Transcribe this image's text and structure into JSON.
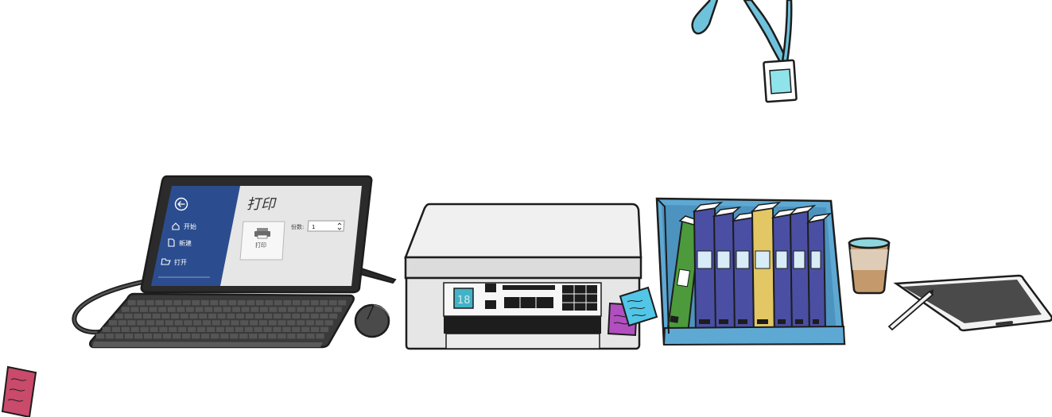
{
  "screen": {
    "back_glyph": "←",
    "nav": [
      {
        "icon": "home-icon",
        "label": "开始"
      },
      {
        "icon": "new-document-icon",
        "label": "新建"
      },
      {
        "icon": "open-folder-icon",
        "label": "打开"
      }
    ],
    "title": "打印",
    "print_button_label": "打印",
    "copies_label": "份数:",
    "copies_value": "1"
  },
  "printer": {
    "display_text": "18"
  },
  "colors": {
    "office_blue": "#2b4d8f",
    "screen_panel": "#e6e6e6",
    "binder_blue": "#4a4fa3",
    "binder_green": "#4c9a3c",
    "binder_yellow": "#e2c764",
    "shelf_blue": "#5ea9d4",
    "note_pink": "#c94a6b",
    "note_purple": "#b24fc0",
    "note_cyan": "#52c6e6",
    "badge_cyan": "#8fe3ea",
    "cup_brown": "#c49a6c"
  }
}
